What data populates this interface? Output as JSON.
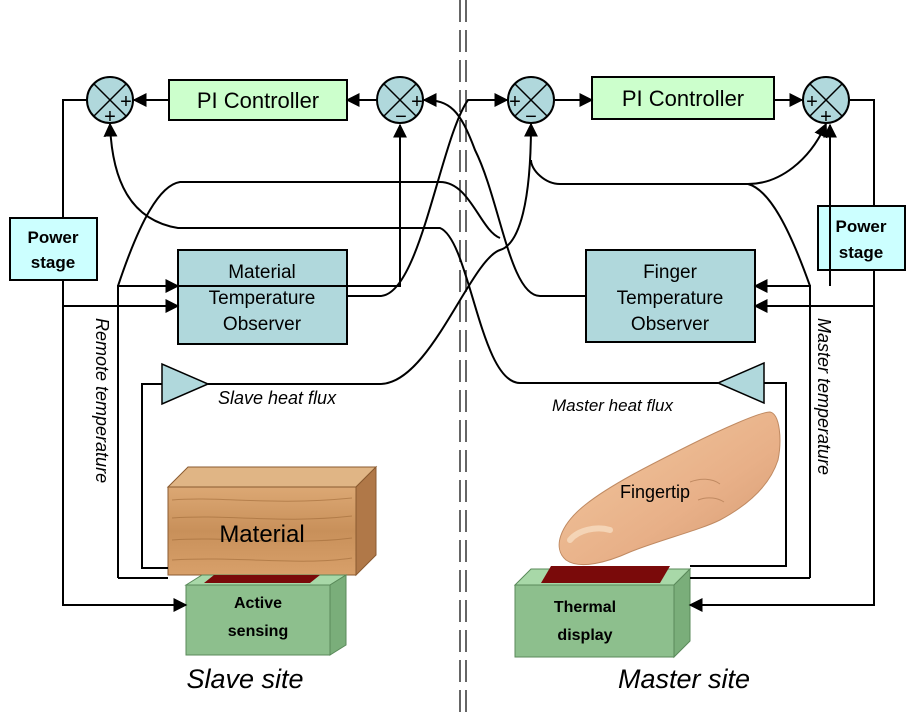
{
  "left": {
    "controller": "PI Controller",
    "power_stage": [
      "Power",
      "stage"
    ],
    "observer": [
      "Material",
      "Temperature",
      "Observer"
    ],
    "heat_flux": "Slave heat flux",
    "temperature": "Remote temperature",
    "object": "Material",
    "sensor": [
      "Active",
      "sensing"
    ],
    "site": "Slave site",
    "sum_top": {
      "a": "+",
      "b": "+"
    },
    "sum_right": {
      "a": "+",
      "b": "−"
    }
  },
  "right": {
    "controller": "PI Controller",
    "power_stage": [
      "Power",
      "stage"
    ],
    "observer": [
      "Finger",
      "Temperature",
      "Observer"
    ],
    "heat_flux": "Master heat flux",
    "temperature": "Master temperature",
    "object": "Fingertip",
    "sensor": [
      "Thermal",
      "display"
    ],
    "site": "Master site",
    "sum_left": {
      "a": "+",
      "b": "−"
    },
    "sum_right": {
      "a": "+",
      "b": "+"
    }
  },
  "colors": {
    "controller_fill": "#ccffcc",
    "observer_fill": "#b0d8dc",
    "power_fill": "#ccffff",
    "sensor_fill": "#8dbf8d",
    "heater": "#7a0a0a",
    "wood": "#c8945c"
  }
}
